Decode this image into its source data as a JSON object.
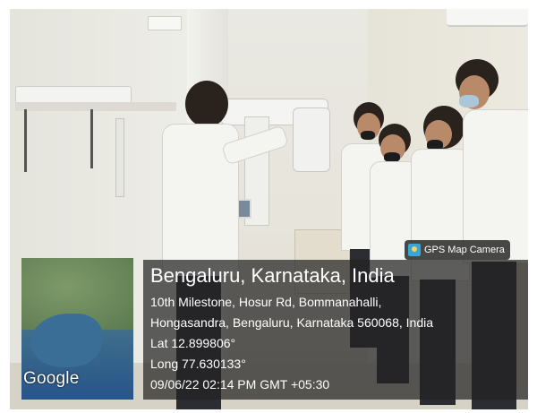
{
  "badge": {
    "label": "GPS Map Camera",
    "icon": "camera-icon"
  },
  "map": {
    "label": "Google"
  },
  "location": {
    "title": "Bengaluru, Karnataka, India",
    "address_line1": "10th Milestone, Hosur Rd, Bommanahalli,",
    "address_line2": "Hongasandra, Bengaluru, Karnataka 560068, India",
    "lat": "Lat 12.899806°",
    "long": "Long 77.630133°",
    "datetime": "09/06/22 02:14 PM GMT +05:30"
  },
  "colors": {
    "overlay": "#232323",
    "coat": "#f4f4f1"
  }
}
